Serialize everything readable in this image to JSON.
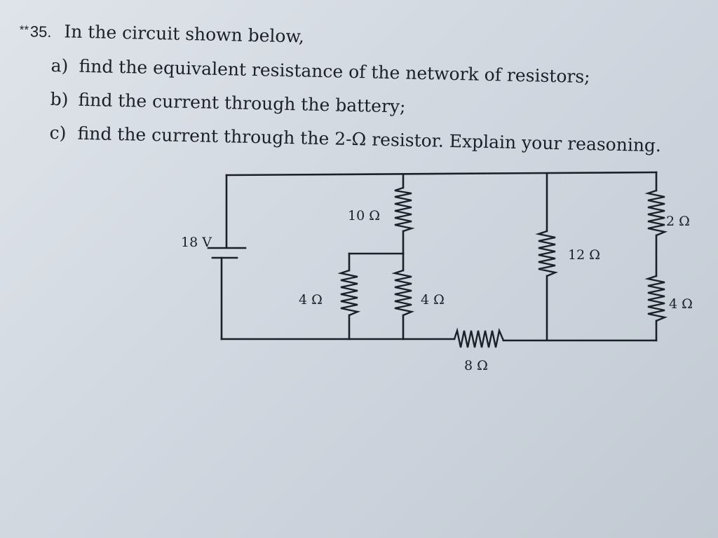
{
  "problem": {
    "stars": "**",
    "number": "35.",
    "intro": "In the circuit shown below,",
    "parts": [
      {
        "label": "a)",
        "text": "find the equivalent resistance of the network of resistors;"
      },
      {
        "label": "b)",
        "text": "find the current through the battery;"
      },
      {
        "label": "c)",
        "text": "find the current through the 2-Ω resistor. Explain your reasoning."
      }
    ]
  },
  "circuit": {
    "battery": "18 V",
    "r_10": "10 Ω",
    "r_2": "2 Ω",
    "r_12": "12 Ω",
    "r_4_left": "4 Ω",
    "r_4_mid": "4 Ω",
    "r_4_right": "4 Ω",
    "r_8": "8 Ω"
  }
}
